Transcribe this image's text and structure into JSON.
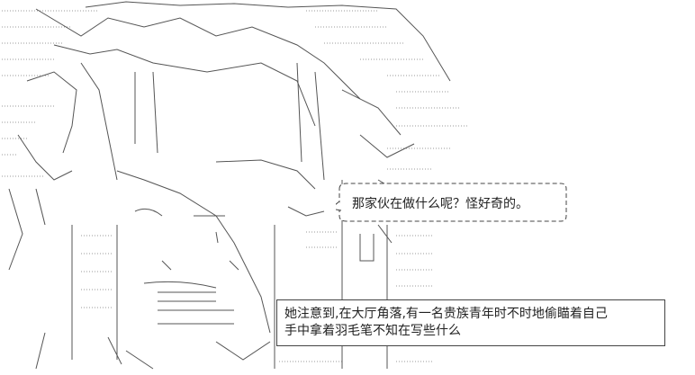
{
  "speech_bubble": {
    "text": "那家伙在做什么呢？怪好奇的。"
  },
  "narration_box": {
    "line1": "她注意到,在大厅角落,有一名贵族青年时不时地偷瞄着自己",
    "line2": "手中拿着羽毛笔不知在写些什么"
  },
  "colors": {
    "line_art": "#444444",
    "text": "#222222",
    "background": "#ffffff"
  }
}
